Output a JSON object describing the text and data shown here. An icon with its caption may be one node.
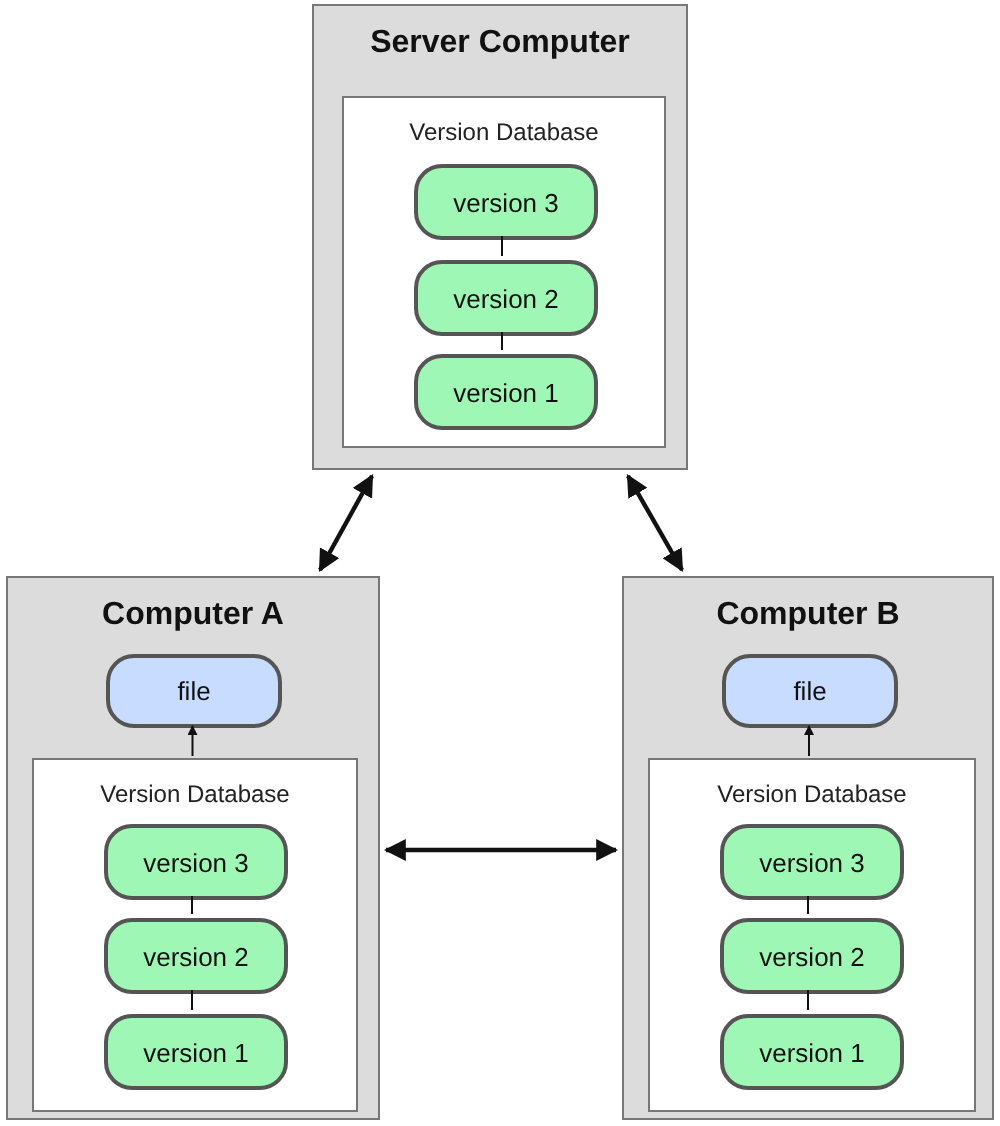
{
  "diagram": {
    "nodes": [
      {
        "text": [
          "Server Computer"
        ]
      },
      {
        "text": [
          "Version Database"
        ],
        "in": 0
      },
      {
        "text": [
          "version 3"
        ],
        "in": 1
      },
      {
        "text": [
          "version 2"
        ],
        "in": 1
      },
      {
        "text": [
          "version 1"
        ],
        "in": 1
      },
      {
        "text": [
          "Computer A"
        ]
      },
      {
        "text": [
          "file"
        ],
        "in": 5
      },
      {
        "text": [
          "Version Database"
        ],
        "in": 5
      },
      {
        "text": [
          "version 3"
        ],
        "in": 7
      },
      {
        "text": [
          "version 2"
        ],
        "in": 7
      },
      {
        "text": [
          "version 1"
        ],
        "in": 7
      },
      {
        "text": [
          "Computer B"
        ]
      },
      {
        "text": [
          "file"
        ],
        "in": 11
      },
      {
        "text": [
          "Version Database"
        ],
        "in": 11
      },
      {
        "text": [
          "version 3"
        ],
        "in": 13
      },
      {
        "text": [
          "version 2"
        ],
        "in": 13
      },
      {
        "text": [
          "version 1"
        ],
        "in": 13
      }
    ],
    "edges": [
      {
        "from": 2,
        "to": 3,
        "arrow": "none"
      },
      {
        "from": 3,
        "to": 4,
        "arrow": "none"
      },
      {
        "from": 7,
        "to": 6,
        "arrow": "to"
      },
      {
        "from": 8,
        "to": 9,
        "arrow": "none"
      },
      {
        "from": 9,
        "to": 10,
        "arrow": "none"
      },
      {
        "from": 13,
        "to": 12,
        "arrow": "to"
      },
      {
        "from": 14,
        "to": 15,
        "arrow": "none"
      },
      {
        "from": 15,
        "to": 16,
        "arrow": "none"
      },
      {
        "from": 0,
        "to": 5,
        "arrow": "both"
      },
      {
        "from": 0,
        "to": 11,
        "arrow": "both"
      },
      {
        "from": 5,
        "to": 11,
        "arrow": "both"
      }
    ]
  }
}
